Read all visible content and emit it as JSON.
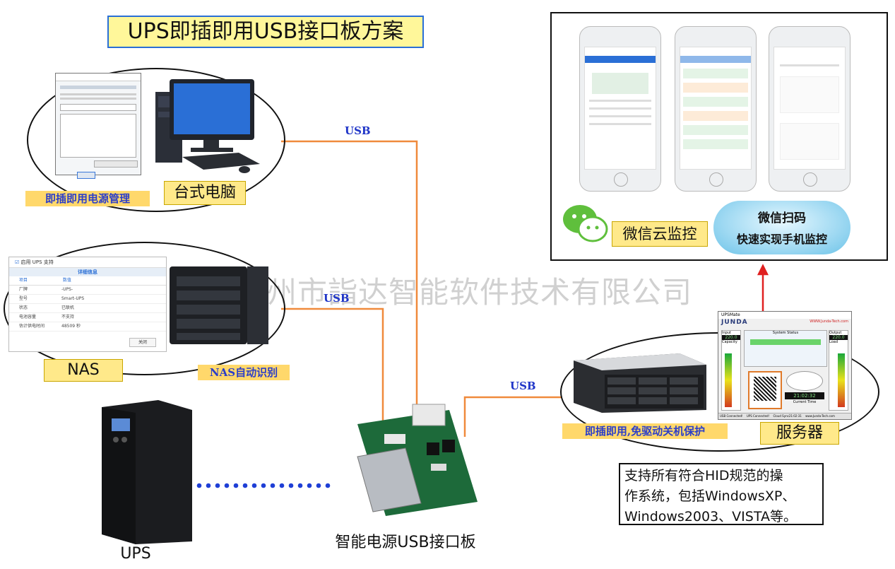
{
  "title": "UPS即插即用USB接口板方案",
  "watermark": "广州市詣达智能软件技术有限公司",
  "desktop": {
    "label": "台式电脑",
    "feature": "即插即用电源管理"
  },
  "nas": {
    "label": "NAS",
    "feature": "NAS自动识别",
    "window_title": "启用 UPS 支持",
    "panel_title": "详细信息",
    "columns": [
      "项目",
      "数值"
    ],
    "rows": [
      [
        "厂牌",
        "-UPS-"
      ],
      [
        "型号",
        "Smart-UPS"
      ],
      [
        "状态",
        "已联机"
      ],
      [
        "电池容量",
        "不支持"
      ],
      [
        "估计供电时间",
        "48509 秒"
      ]
    ],
    "close_button": "关闭"
  },
  "server": {
    "label": "服务器",
    "feature": "即插即用,免驱动关机保护",
    "app_name": "UPSMate",
    "brand": "JUNDA",
    "website": "WWW.Junda-Tech.com",
    "status_title": "System Status",
    "input_label": "Input",
    "output_label": "Output",
    "input_value": "220.0",
    "output_value": "220.0",
    "capacity_label": "Capacity",
    "load_label": "Load",
    "clock": "21:02:32",
    "clock_caption": "Current Time",
    "status_bar": [
      "USB Connected!",
      "UPS Connected!",
      "Cloud Sync21:02:31",
      "www.Junda-Tech.com"
    ]
  },
  "wechat": {
    "label": "微信云监控",
    "cloud_line1": "微信扫码",
    "cloud_line2": "快速实现手机监控"
  },
  "ups": {
    "label": "UPS"
  },
  "board": {
    "label": "智能电源USB接口板"
  },
  "usb_labels": [
    "USB",
    "USB",
    "USB"
  ],
  "note": [
    "支持所有符合HID规范的操",
    "作系统，包括WindowsXP、",
    "Windows2003、VISTA等。"
  ],
  "colors": {
    "title_bg": "#fff79a",
    "title_border": "#2a6fd6",
    "usb_line": "#f08a3c",
    "usb_text": "#1f35c8",
    "feature_text": "#2b3ec9",
    "feature_bg": "#ffd86b",
    "arrow": "#e02020",
    "dots": "#1f3fd6"
  }
}
